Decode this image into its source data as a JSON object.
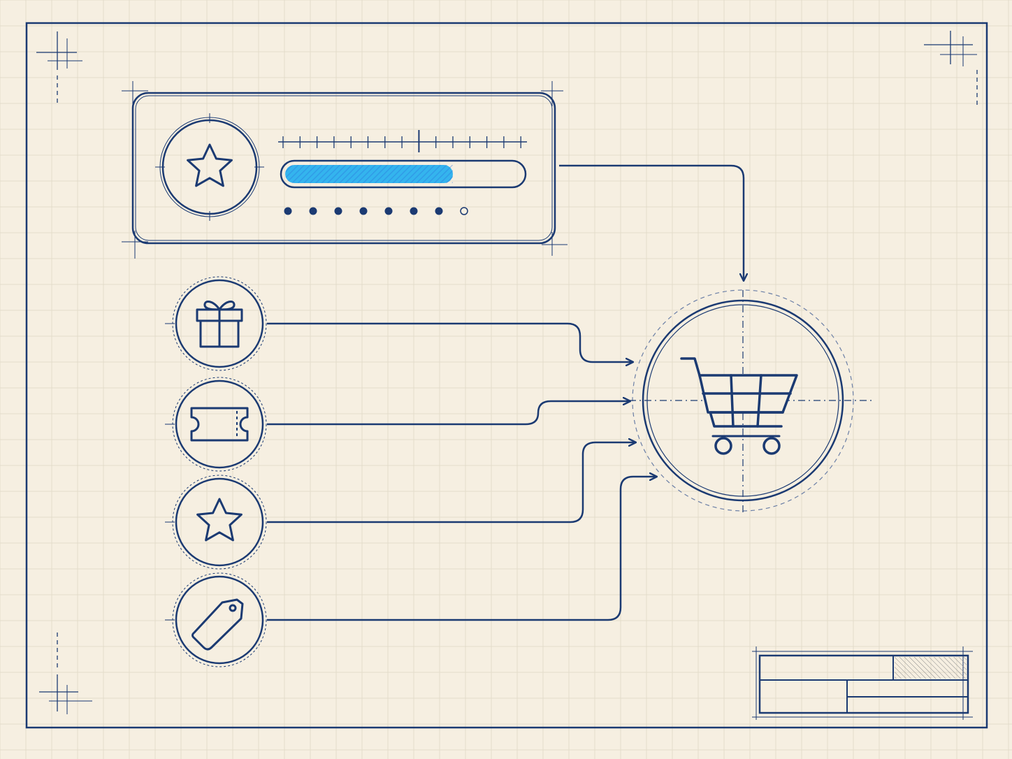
{
  "colors": {
    "paper": "#f6efe1",
    "grid": "#e4dccb",
    "ink": "#1b3a72",
    "ink_light": "#6b7fa6",
    "accent": "#34b4ee"
  },
  "progress_card": {
    "icon": "star-icon",
    "progress_fraction": 0.71,
    "steps_total": 8,
    "steps_completed": 7
  },
  "reward_sources": [
    {
      "id": "gift",
      "icon": "gift-icon"
    },
    {
      "id": "ticket",
      "icon": "ticket-icon"
    },
    {
      "id": "star",
      "icon": "star-icon"
    },
    {
      "id": "tag",
      "icon": "price-tag-icon"
    }
  ],
  "target": {
    "icon": "shopping-cart-icon"
  },
  "title_block": {
    "shaded_cell": true
  }
}
